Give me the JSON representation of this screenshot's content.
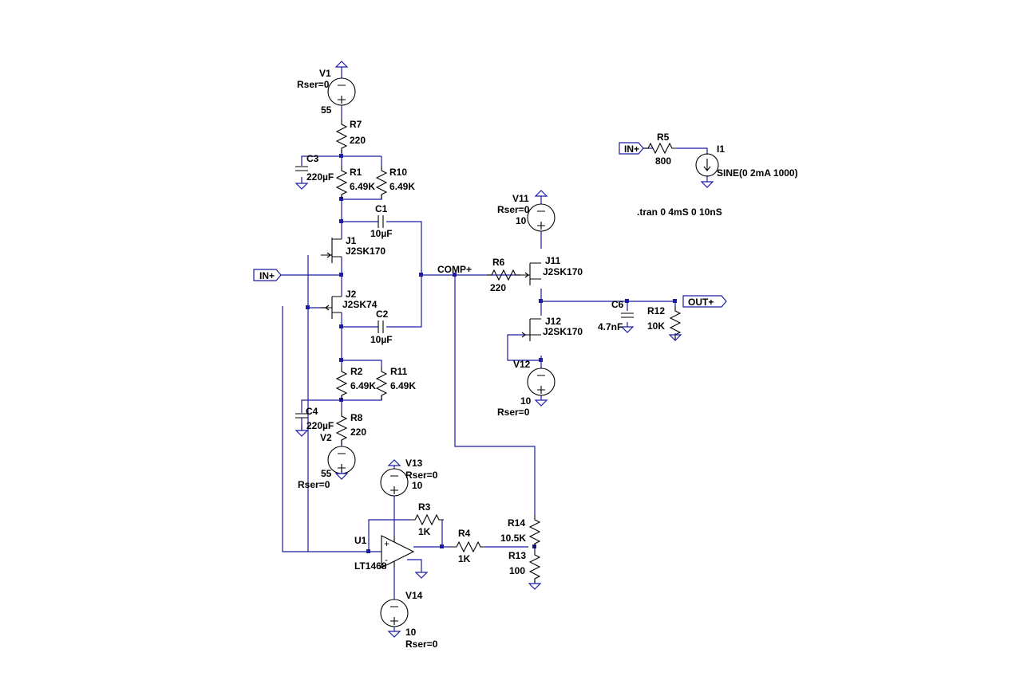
{
  "components": {
    "V1": {
      "name": "V1",
      "rser": "Rser=0",
      "value": "55"
    },
    "V2": {
      "name": "V2",
      "rser": "Rser=0",
      "value": "55"
    },
    "V11": {
      "name": "V11",
      "rser": "Rser=0",
      "value": "10"
    },
    "V12": {
      "name": "V12",
      "rser": "Rser=0",
      "value": "10"
    },
    "V13": {
      "name": "V13",
      "rser": "Rser=0",
      "value": "10"
    },
    "V14": {
      "name": "V14",
      "rser": "Rser=0",
      "value": "10"
    },
    "R1": {
      "name": "R1",
      "value": "6.49K"
    },
    "R2": {
      "name": "R2",
      "value": "6.49K"
    },
    "R3": {
      "name": "R3",
      "value": "1K"
    },
    "R4": {
      "name": "R4",
      "value": "1K"
    },
    "R5": {
      "name": "R5",
      "value": "800"
    },
    "R6": {
      "name": "R6",
      "value": "220"
    },
    "R7": {
      "name": "R7",
      "value": "220"
    },
    "R8": {
      "name": "R8",
      "value": "220"
    },
    "R10": {
      "name": "R10",
      "value": "6.49K"
    },
    "R11": {
      "name": "R11",
      "value": "6.49K"
    },
    "R12": {
      "name": "R12",
      "value": "10K"
    },
    "R13": {
      "name": "R13",
      "value": "100"
    },
    "R14": {
      "name": "R14",
      "value": "10.5K"
    },
    "C1": {
      "name": "C1",
      "value": "10µF"
    },
    "C2": {
      "name": "C2",
      "value": "10µF"
    },
    "C3": {
      "name": "C3",
      "value": "220µF"
    },
    "C4": {
      "name": "C4",
      "value": "220µF"
    },
    "C6": {
      "name": "C6",
      "value": "4.7nF"
    },
    "J1": {
      "name": "J1",
      "value": "J2SK170"
    },
    "J2": {
      "name": "J2",
      "value": "J2SK74"
    },
    "J11": {
      "name": "J11",
      "value": "J2SK170"
    },
    "J12": {
      "name": "J12",
      "value": "J2SK170"
    },
    "U1": {
      "name": "U1",
      "value": "LT1468"
    },
    "I1": {
      "name": "I1",
      "value": "SINE(0 2mA 1000)"
    }
  },
  "nets": {
    "in_plus": "IN+",
    "out_plus": "OUT+",
    "comp_plus": "COMP+"
  },
  "directive": ".tran 0 4mS 0 10nS",
  "opamp_pins": {
    "plus": "+",
    "minus": "-"
  },
  "colors": {
    "wire": "#1c1ca8",
    "component": "#000000",
    "background": "#ffffff"
  }
}
